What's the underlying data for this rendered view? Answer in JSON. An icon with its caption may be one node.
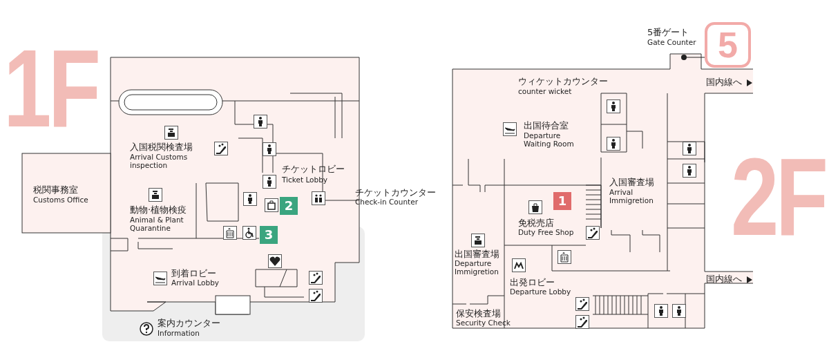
{
  "diagram": {
    "nodes": [
      {
        "text": [
          "5"
        ],
        "beside": [
          "5番ゲート",
          "Gate Counter"
        ]
      },
      {
        "text": [],
        "shape": "circle"
      }
    ],
    "edges": [
      {
        "from": 0,
        "to": 1,
        "arrow": "none"
      }
    ],
    "labels": [
      "1F",
      "入国税関検査場",
      "Arrival Customs inspection",
      "税関事務室",
      "Customs Office",
      "チケットロビー",
      "Ticket Lobby",
      "チケットカウンター",
      "Check-in Counter",
      "2",
      "動物·植物検疫",
      "Animal & Plant Quarantine",
      "3",
      "到着ロビー",
      "Arrival Lobby",
      "案内カウンター",
      "Information",
      "ウィケットカウンター",
      "counter wicket",
      "国内線へ",
      "出国待合室",
      "Departure Waiting Room",
      "1",
      "2F",
      "入国審査場",
      "Arrival Immigretion",
      "免税売店",
      "Duty Free Shop",
      "出国審査場",
      "Departure Immigretion",
      "出発ロビー",
      "Departure Lobby",
      "国内線へ",
      "保安検査場",
      "Security Check"
    ]
  }
}
